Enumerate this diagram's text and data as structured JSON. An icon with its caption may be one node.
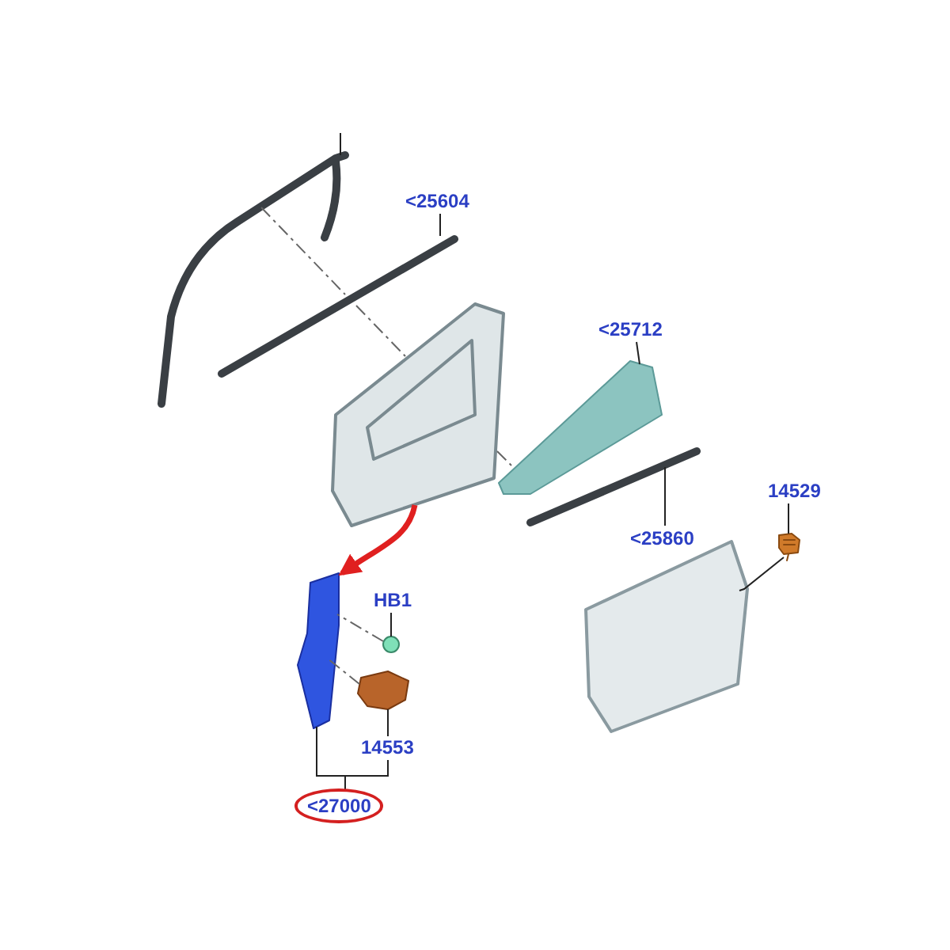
{
  "diagram": {
    "nodes": [
      {
        "text": [
          "<25604"
        ]
      },
      {
        "text": [],
        "shape": "picture"
      },
      {
        "text": [
          "<25712"
        ]
      },
      {
        "text": [],
        "shape": "picture"
      },
      {
        "text": [
          "<25860"
        ]
      },
      {
        "text": [],
        "shape": "picture"
      },
      {
        "text": [
          "14529"
        ]
      },
      {
        "text": [],
        "shape": "picture"
      },
      {
        "text": [
          "HB1"
        ]
      },
      {
        "text": [],
        "shape": "picture"
      },
      {
        "text": [
          "14553"
        ]
      },
      {
        "text": [],
        "shape": "picture"
      },
      {
        "text": [
          "<27000"
        ]
      },
      {
        "text": [],
        "shape": "picture"
      },
      {
        "text": [],
        "shape": "picture"
      },
      {
        "text": [],
        "shape": "picture"
      },
      {
        "text": [],
        "shape": "picture"
      }
    ],
    "edges": [
      {
        "from": 0,
        "to": 1,
        "arrow": "none"
      },
      {
        "from": 2,
        "to": 3,
        "arrow": "none"
      },
      {
        "from": 4,
        "to": 5,
        "arrow": "none"
      },
      {
        "from": 6,
        "to": 7,
        "arrow": "none"
      },
      {
        "from": 8,
        "to": 9,
        "arrow": "none"
      },
      {
        "from": 10,
        "to": 11,
        "arrow": "none"
      },
      {
        "from": 12,
        "to": 13,
        "arrow": "none"
      },
      {
        "from": 12,
        "to": 10,
        "arrow": "none"
      },
      {
        "from": 14,
        "to": 13,
        "arrow": "to",
        "style": "thick",
        "color": "#e02020"
      },
      {
        "from": null,
        "to": 16,
        "arrow": "none"
      },
      {
        "from": 16,
        "to": 1,
        "arrow": "none",
        "style": "dashed"
      },
      {
        "from": 1,
        "to": 14,
        "arrow": "none",
        "style": "dashed"
      },
      {
        "from": 14,
        "to": 3,
        "arrow": "none",
        "style": "dashed"
      },
      {
        "from": 9,
        "to": 13,
        "arrow": "none",
        "style": "dashed"
      },
      {
        "from": 11,
        "to": 13,
        "arrow": "none",
        "style": "dashed"
      },
      {
        "from": 7,
        "to": 15,
        "arrow": "none"
      }
    ]
  }
}
